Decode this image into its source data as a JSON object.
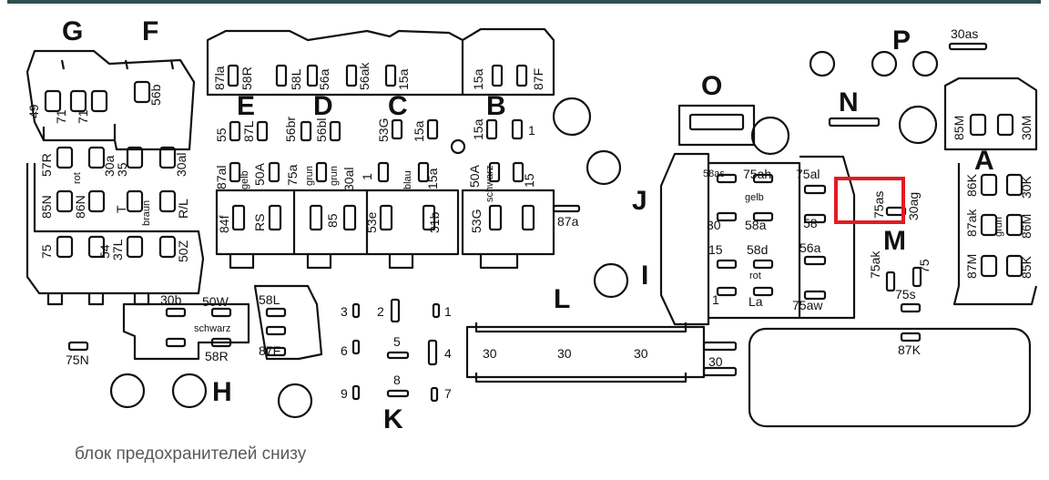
{
  "caption": "блок предохранителей снизу",
  "highlight_color": "#e31b23",
  "block_letters": {
    "G": "G",
    "F": "F",
    "E": "E",
    "D": "D",
    "C": "C",
    "B": "B",
    "O": "O",
    "P": "P",
    "N": "N",
    "A": "A",
    "J": "J",
    "I": "I",
    "M": "M",
    "L": "L",
    "H": "H",
    "K": "K"
  },
  "labels": {
    "top_30as": "30as",
    "g_49": "49",
    "g_71a": "71",
    "g_71b": "71",
    "f_56b": "56b",
    "e_87la": "87la",
    "e_58r": "58R",
    "d_58l": "58L",
    "d_56a": "56a",
    "c_56ak": "56ak",
    "c_15a": "15a",
    "b_15a": "15a",
    "b_87f": "87F",
    "e_55": "55",
    "e_87l": "87L",
    "d_56br": "56br",
    "d_56bl": "56bl",
    "c_53g": "53G",
    "c_15a2": "15a",
    "b_15a2": "15a",
    "b_1": "1",
    "e_87al": "87al",
    "e_gelb": "gelb",
    "e_50a": "50A",
    "d_75a": "75a",
    "d_grun": "grun",
    "d_grun2": "grun",
    "d_30al": "30al",
    "c_1": "1",
    "c_blau": "blau",
    "c_15a3": "15a",
    "b_50a": "50A",
    "b_schwarz": "schwarz",
    "b_15": "15",
    "e_84f": "84f",
    "e_rs": "RS",
    "d_85": "85",
    "c_53e": "53e",
    "c_31b": "31b",
    "b_53g": "53G",
    "mid_87a": "87a",
    "l_57r": "57R",
    "l_rot": "rot",
    "l_30a": "30a",
    "l_35": "35",
    "l_30al": "30al",
    "l_85n": "85N",
    "l_86n": "86N",
    "l_t": "T",
    "l_braun": "braun",
    "l_rl": "R/L",
    "l_75": "75",
    "l_54": "54",
    "l_37l": "37L",
    "l_50z": "50Z",
    "h_30b": "30b",
    "h_50w": "50W",
    "h_schwarz": "schwarz",
    "h_58r": "58R",
    "h_75n": "75N",
    "h_58l": "58L",
    "h_87f": "87F",
    "k_3": "3",
    "k_2": "2",
    "k_1": "1",
    "k_6": "6",
    "k_5": "5",
    "k_4": "4",
    "k_9": "9",
    "k_8": "8",
    "k_7": "7",
    "l_30a_1": "30",
    "l_30a_2": "30",
    "l_30a_3": "30",
    "l_30a_4": "30",
    "j_58as": "58as",
    "j_75ah": "75ah",
    "j_gelb": "gelb",
    "j_30": "30",
    "j_58a": "58a",
    "j_75al": "75al",
    "j_58": "58",
    "i_15": "15",
    "i_58d": "58d",
    "i_rot": "rot",
    "i_1": "1",
    "i_la": "La",
    "i_56a": "56a",
    "i_75aw": "75aw",
    "m_75as": "75as",
    "m_30ag": "30ag",
    "m_75ak": "75ak",
    "m_75": "75",
    "m_75s": "75s",
    "a_85m": "85M",
    "a_30m": "30M",
    "a_86k": "86K",
    "a_30k": "30K",
    "a_87ak": "87ak",
    "a_grun": "grun",
    "a_86m": "86M",
    "a_87m": "87M",
    "a_85k": "85K",
    "r_87k": "87K"
  }
}
